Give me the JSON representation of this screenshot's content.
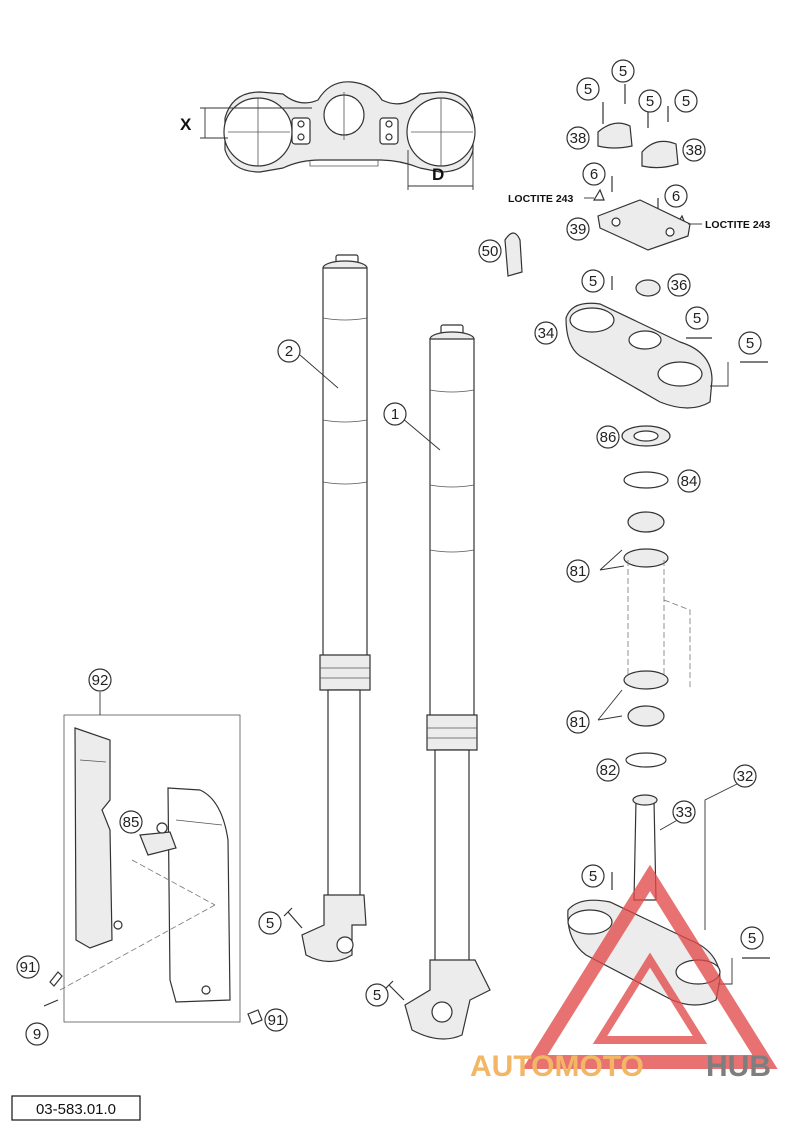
{
  "diagram": {
    "dimensions": {
      "x_label": "X",
      "d_label": "D"
    },
    "notes": {
      "loctite_left": "LOCTITE 243",
      "loctite_right": "LOCTITE 243"
    },
    "reference_code": "03-583.01.0",
    "watermark": {
      "part1": "AUTOMOTO",
      "part2": "HUB"
    },
    "callouts": {
      "c1": "1",
      "c2": "2",
      "c5a": "5",
      "c5b": "5",
      "c5c": "5",
      "c5d": "5",
      "c5e": "5",
      "c5f": "5",
      "c5g": "5",
      "c5h": "5",
      "c5i": "5",
      "c5j": "5",
      "c5k": "5",
      "c6a": "6",
      "c6b": "6",
      "c9": "9",
      "c32": "32",
      "c33": "33",
      "c34": "34",
      "c36": "36",
      "c38a": "38",
      "c38b": "38",
      "c39": "39",
      "c50": "50",
      "c81a": "81",
      "c81b": "81",
      "c82": "82",
      "c84": "84",
      "c85": "85",
      "c86": "86",
      "c91a": "91",
      "c91b": "91",
      "c92": "92"
    },
    "colors": {
      "watermark_red": "#e24a4a",
      "watermark_orange": "#f0a23a",
      "watermark_dark": "#5a5a5a"
    }
  }
}
